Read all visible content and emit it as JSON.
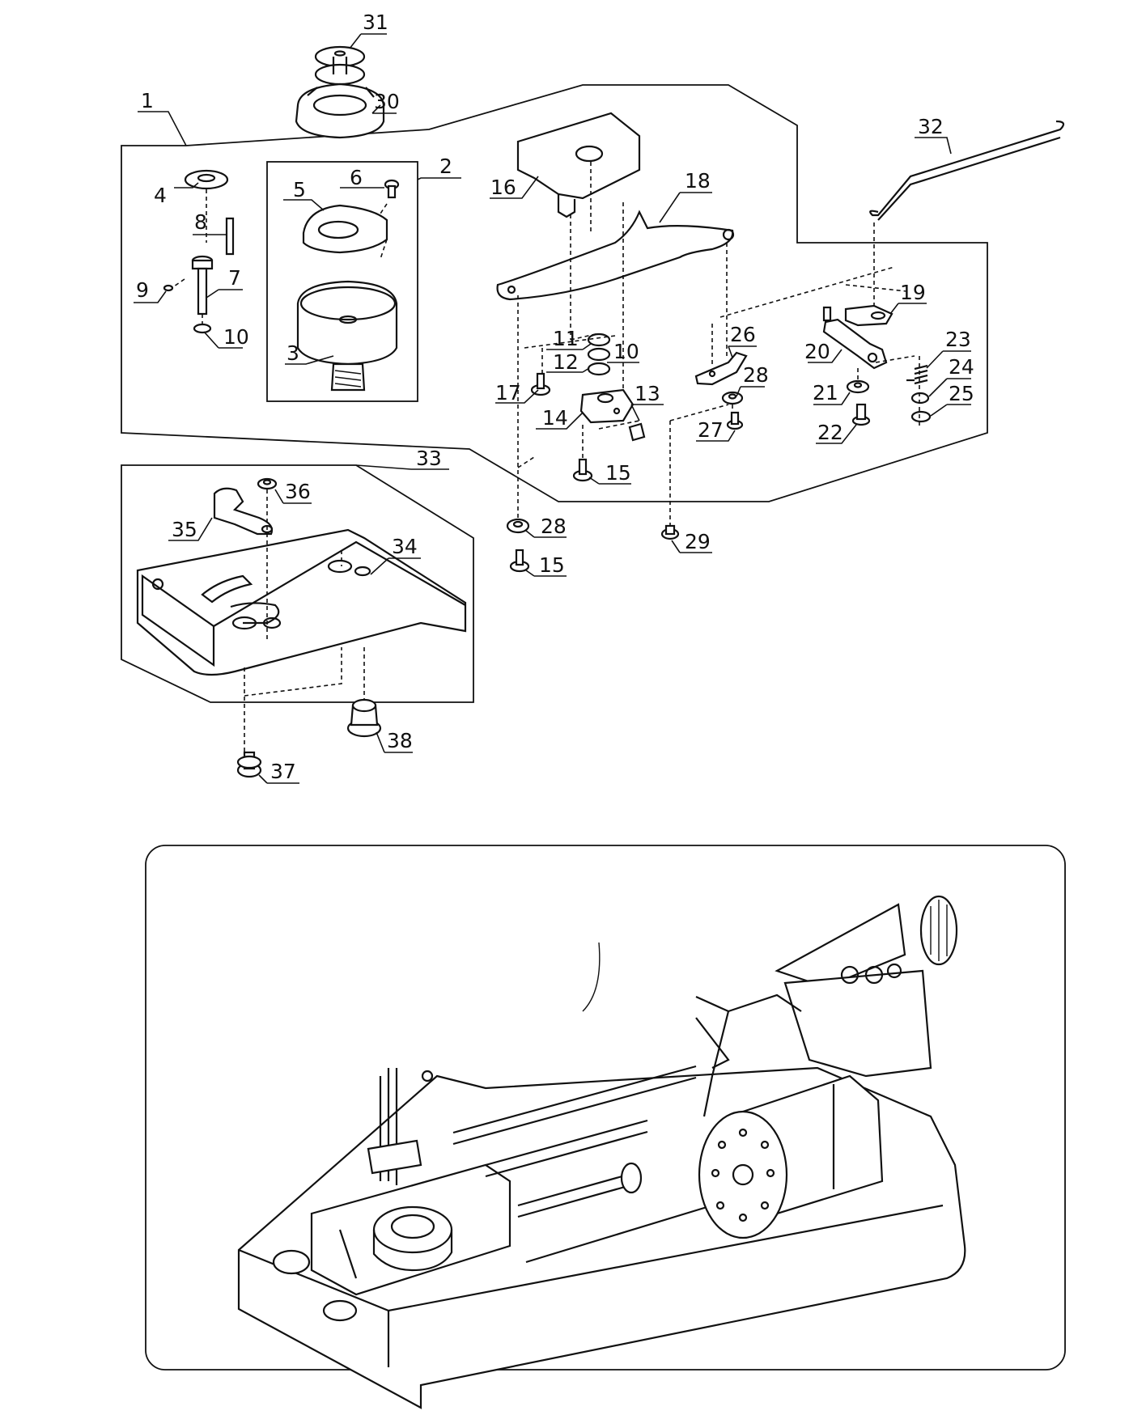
{
  "callouts": [
    {
      "id": "c1",
      "text": "1"
    },
    {
      "id": "c2",
      "text": "2"
    },
    {
      "id": "c3",
      "text": "3"
    },
    {
      "id": "c4",
      "text": "4"
    },
    {
      "id": "c5",
      "text": "5"
    },
    {
      "id": "c6",
      "text": "6"
    },
    {
      "id": "c7",
      "text": "7"
    },
    {
      "id": "c8",
      "text": "8"
    },
    {
      "id": "c9",
      "text": "9"
    },
    {
      "id": "c10a",
      "text": "10"
    },
    {
      "id": "c10b",
      "text": "10"
    },
    {
      "id": "c11",
      "text": "11"
    },
    {
      "id": "c12",
      "text": "12"
    },
    {
      "id": "c13",
      "text": "13"
    },
    {
      "id": "c14",
      "text": "14"
    },
    {
      "id": "c15a",
      "text": "15"
    },
    {
      "id": "c15b",
      "text": "15"
    },
    {
      "id": "c16",
      "text": "16"
    },
    {
      "id": "c17",
      "text": "17"
    },
    {
      "id": "c18",
      "text": "18"
    },
    {
      "id": "c19",
      "text": "19"
    },
    {
      "id": "c20",
      "text": "20"
    },
    {
      "id": "c21",
      "text": "21"
    },
    {
      "id": "c22",
      "text": "22"
    },
    {
      "id": "c23",
      "text": "23"
    },
    {
      "id": "c24",
      "text": "24"
    },
    {
      "id": "c25",
      "text": "25"
    },
    {
      "id": "c26",
      "text": "26"
    },
    {
      "id": "c27",
      "text": "27"
    },
    {
      "id": "c28a",
      "text": "28"
    },
    {
      "id": "c28b",
      "text": "28"
    },
    {
      "id": "c29",
      "text": "29"
    },
    {
      "id": "c30",
      "text": "30"
    },
    {
      "id": "c31",
      "text": "31"
    },
    {
      "id": "c32",
      "text": "32"
    },
    {
      "id": "c33",
      "text": "33"
    },
    {
      "id": "c34",
      "text": "34"
    },
    {
      "id": "c35",
      "text": "35"
    },
    {
      "id": "c36",
      "text": "36"
    },
    {
      "id": "c37",
      "text": "37"
    },
    {
      "id": "c38",
      "text": "38"
    }
  ]
}
